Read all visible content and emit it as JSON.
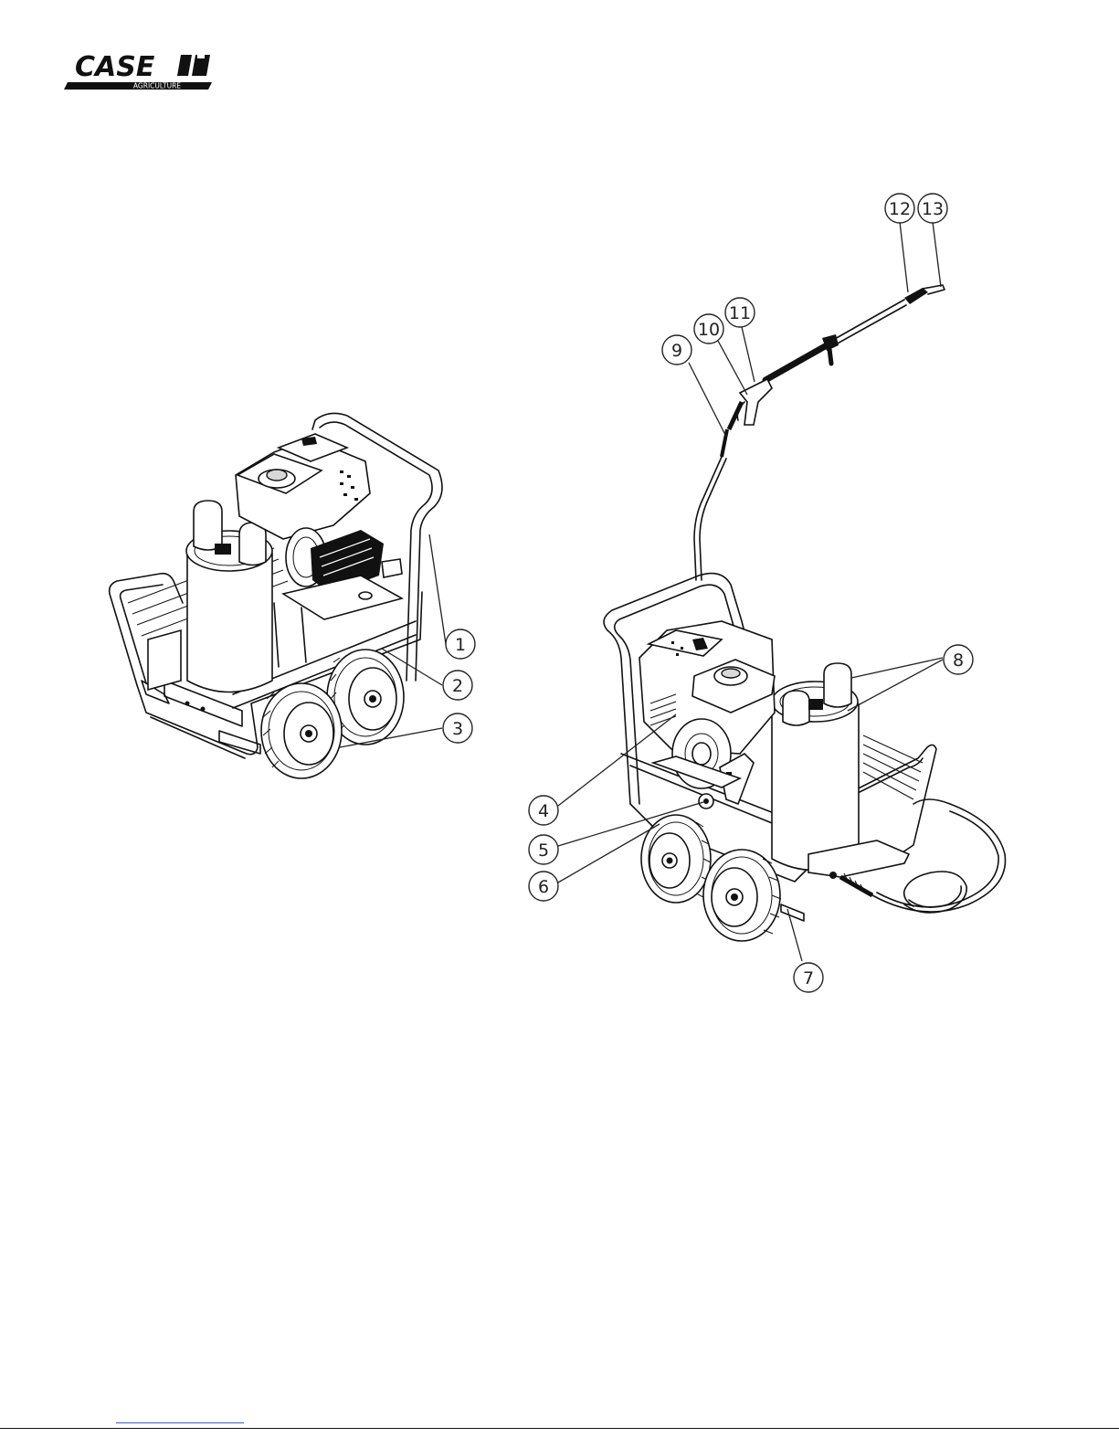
{
  "logo": {
    "brand_text": "CASE",
    "sub_text": "AGRICULTURE"
  },
  "callouts": {
    "c1": "1",
    "c2": "2",
    "c3": "3",
    "c4": "4",
    "c5": "5",
    "c6": "6",
    "c7": "7",
    "c8": "8",
    "c9": "9",
    "c10": "10",
    "c11": "11",
    "c12": "12",
    "c13": "13"
  },
  "colors": {
    "line": "#111111",
    "link": "#3a5fcd"
  }
}
